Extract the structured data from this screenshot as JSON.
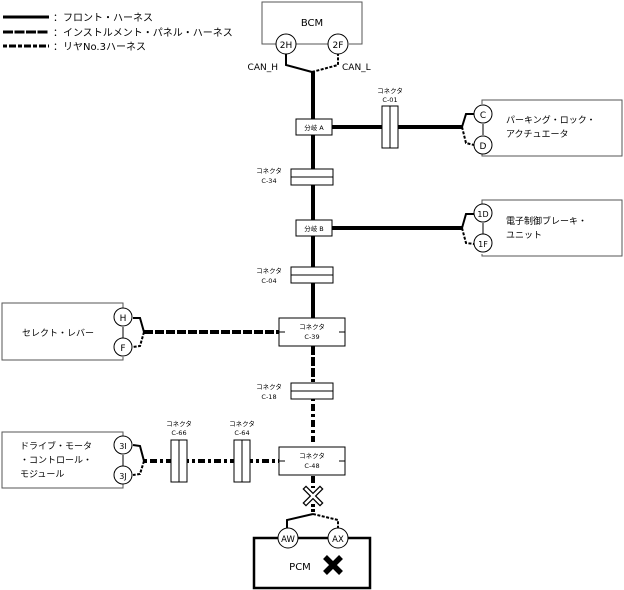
{
  "legend": [
    {
      "style": "solid",
      "label": "：フロント・ハーネス"
    },
    {
      "style": "dashed",
      "label": "：インストルメント・パネル・ハーネス"
    },
    {
      "style": "dash-dot",
      "label": "：リヤNo.3ハーネス"
    }
  ],
  "bcm": {
    "label": "BCM",
    "pins": [
      "2H",
      "2F"
    ],
    "signal_left": "CAN_H",
    "signal_right": "CAN_L"
  },
  "splices": [
    {
      "id": "a",
      "label": "分岐 A"
    },
    {
      "id": "b",
      "label": "分岐 B"
    }
  ],
  "connectors": {
    "c01": {
      "title": "コネクタ",
      "code": "C-01"
    },
    "c34": {
      "title": "コネクタ",
      "code": "C-34"
    },
    "c04": {
      "title": "コネクタ",
      "code": "C-04"
    },
    "c39": {
      "title": "コネクタ",
      "code": "C-39"
    },
    "c18": {
      "title": "コネクタ",
      "code": "C-18"
    },
    "c48": {
      "title": "コネクタ",
      "code": "C-48"
    },
    "c66": {
      "title": "コネクタ",
      "code": "C-66"
    },
    "c64": {
      "title": "コネクタ",
      "code": "C-64"
    }
  },
  "modules": {
    "parking": {
      "line1": "パーキング・ロック・",
      "line2": "アクチュエータ",
      "pins": [
        "C",
        "D"
      ]
    },
    "ebrake": {
      "line1": "電子制御ブレーキ・",
      "line2": "ユニット",
      "pins": [
        "1D",
        "1F"
      ]
    },
    "select": {
      "line1": "セレクト・レバー",
      "pins": [
        "H",
        "F"
      ]
    },
    "drive": {
      "line1": "ドライブ・モータ",
      "line2": "・コントロール・",
      "line3": "モジュール",
      "pins": [
        "3I",
        "3J"
      ]
    },
    "pcm": {
      "label": "PCM",
      "pins": [
        "AW",
        "AX"
      ],
      "status": "fault"
    }
  },
  "fault_markers": {
    "line_break": "open-circuit",
    "pcm": "fault"
  }
}
